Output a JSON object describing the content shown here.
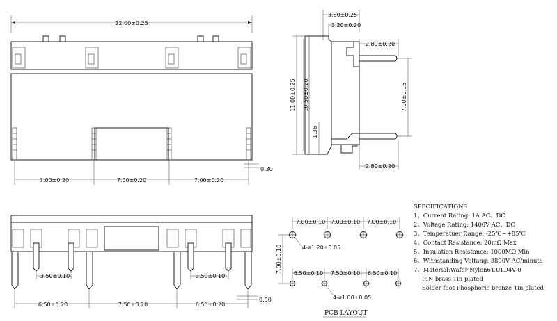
{
  "front_view": {
    "width": "22.00±0.25",
    "pitches": [
      "7.00±0.20",
      "7.00±0.20",
      "7.00±0.20"
    ],
    "foot": "0.30"
  },
  "side_view": {
    "top_outer": "3.80±0.25",
    "top_inner": "3.20±0.20",
    "upper_pin": "2.80±0.20",
    "lower_pin": "2.80±0.20",
    "height_total": "11.00±0.25",
    "height_body": "10.50±0.20",
    "pin_spacing": "7.00±0.15",
    "base": "1.36"
  },
  "bottom_view": {
    "inner_pitch_left": "3.50±0.10",
    "inner_pitch_right": "3.50±0.10",
    "pitches": [
      "6.50±0.20",
      "7.50±0.20",
      "6.50±0.20"
    ],
    "foot": "0.50"
  },
  "pcb_layout": {
    "title": "PCB LAYOUT",
    "top_pitches": [
      "7.00±0.10",
      "7.00±0.10",
      "7.00±0.10"
    ],
    "bottom_pitches": [
      "6.50±0.10",
      "7.50±0.10",
      "6.50±0.10"
    ],
    "row_spacing": "7.00±0.10",
    "large_hole": "4-ø1.20±0.05",
    "small_hole": "4-ø1.00±0.05"
  },
  "specifications": {
    "title": "SPECIFICATIONS",
    "items": [
      "1、Current Rating: 1A AC、DC",
      "2、Voltage Rating: 1400V AC、DC",
      "3、Temperatuer Range: -25℃~+85℃",
      "4、Contact Resistance: 20mΩ  Max",
      "5、Insulation Resistance: 1000MΩ  Min",
      "6、Withstanding Voltang: 3800V AC/minute",
      "7、Material:Wafer Nylon6T,UL94V-0",
      "PIN brass Tin-plated",
      "Solder foot Phosphoric bronze Tin-plated"
    ]
  }
}
